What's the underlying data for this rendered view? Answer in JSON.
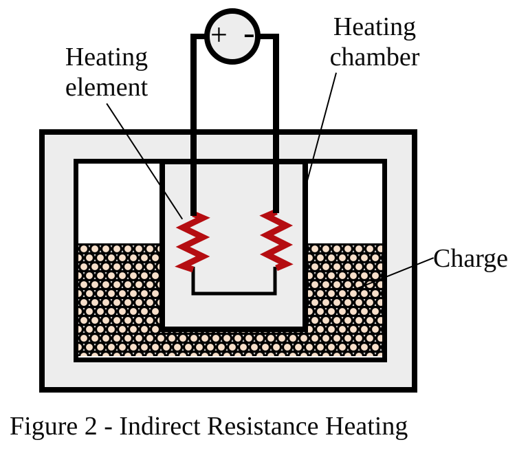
{
  "diagram": {
    "caption": "Figure 2 - Indirect Resistance Heating",
    "labels": {
      "heating_element": "Heating element",
      "heating_chamber": "Heating chamber",
      "charge": "Charge"
    },
    "power_source": {
      "plus": "+",
      "minus": "-"
    },
    "colors": {
      "background": "#ffffff",
      "furnace_fill": "#ededed",
      "outline": "#000000",
      "charge_fill": "#f7dfca",
      "element_red": "#b50d11"
    }
  }
}
